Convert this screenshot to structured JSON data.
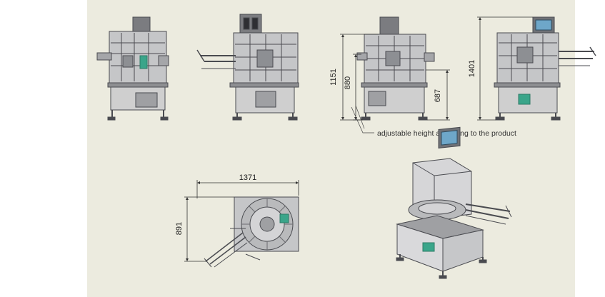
{
  "colors": {
    "left_margin": "#ffffff",
    "drawing_bg": "#ecebdf",
    "right_margin": "#ffffff",
    "steel": "#8e8f92",
    "steel_dark": "#4a4b50",
    "panel": "#c9c9c9",
    "screen": "#6ea7c9",
    "accent_green": "#3aa58a",
    "dim_line": "#333333"
  },
  "dimensions": {
    "overall_height": "1151",
    "base_height": "880",
    "table_height": "687",
    "side_total_height": "1401",
    "top_view_width": "1371",
    "top_view_depth": "891"
  },
  "annotation": {
    "adjustable_note": "adjustable height according to the product"
  },
  "views": [
    "front-view",
    "rear-view",
    "dimensioned-side-view",
    "side-view-with-touchscreen",
    "top-view",
    "isometric-view"
  ]
}
